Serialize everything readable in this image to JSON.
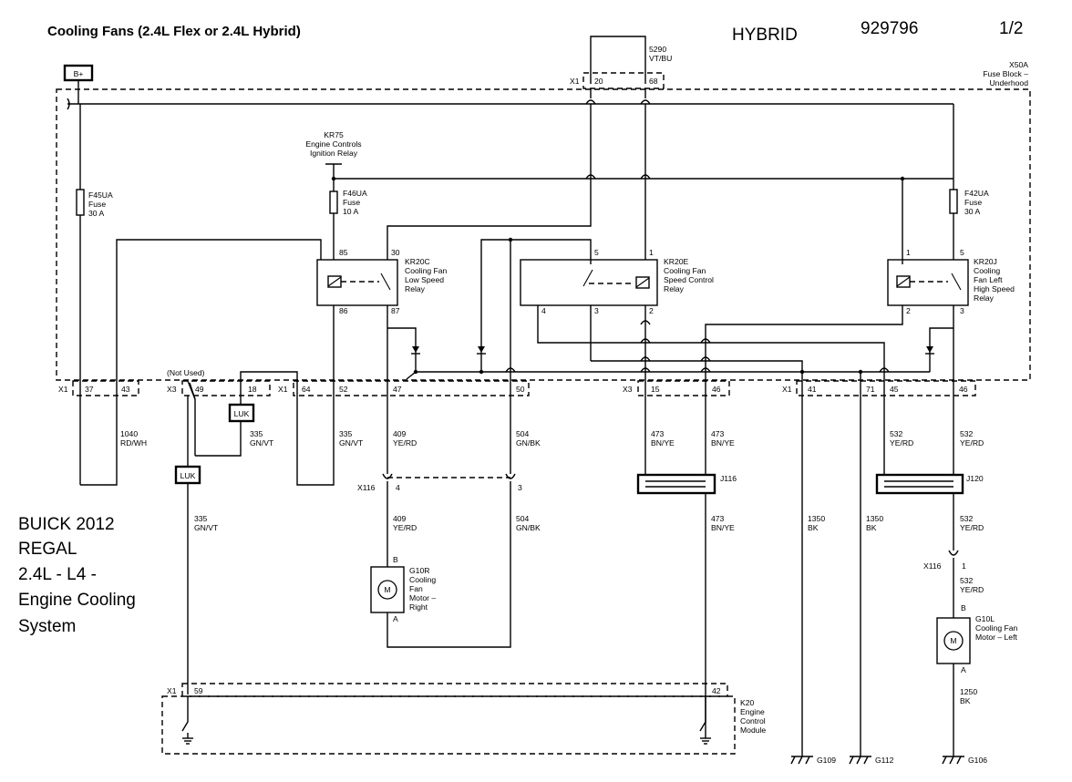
{
  "header": {
    "title": "Cooling Fans (2.4L Flex or 2.4L Hybrid)",
    "variant": "HYBRID",
    "doc_number": "929796",
    "page": "1/2"
  },
  "side_note": {
    "lines": [
      "BUICK 2012",
      "REGAL",
      "2.4L - L4 -",
      "Engine Cooling",
      "System"
    ]
  },
  "battery_label": "B+",
  "fuse_block": {
    "id": "X50A",
    "line1": "Fuse Block –",
    "line2": "Underhood",
    "top_connector": "X1",
    "top_pin_a": "20",
    "top_pin_b": "68",
    "feed_circuit": "5290",
    "feed_color": "VT/BU"
  },
  "fuses": [
    {
      "id": "F45UA",
      "type": "Fuse",
      "rating": "30 A"
    },
    {
      "id": "F46UA",
      "type": "Fuse",
      "rating": "10 A"
    },
    {
      "id": "F42UA",
      "type": "Fuse",
      "rating": "30 A"
    }
  ],
  "ignition_relay": {
    "id": "KR75",
    "line1": "Engine Controls",
    "line2": "Ignition Relay"
  },
  "relays": [
    {
      "id": "KR20C",
      "line1": "Cooling Fan",
      "line2": "Low Speed",
      "line3": "Relay",
      "line4": "",
      "pins": [
        "85",
        "30",
        "86",
        "87"
      ]
    },
    {
      "id": "KR20E",
      "line1": "Cooling Fan",
      "line2": "Speed Control",
      "line3": "Relay",
      "line4": "",
      "pins": [
        "5",
        "1",
        "4",
        "3",
        "2"
      ]
    },
    {
      "id": "KR20J",
      "line1": "Cooling",
      "line2": "Fan Left",
      "line3": "High Speed",
      "line4": "Relay",
      "pins": [
        "1",
        "5",
        "2",
        "3"
      ]
    }
  ],
  "connector_row": {
    "x1a": "X1",
    "p37": "37",
    "p43": "43",
    "x3a": "X3",
    "p49": "49",
    "p18": "18",
    "x1b": "X1",
    "p64": "64",
    "p52": "52",
    "p47": "47",
    "p50": "50",
    "x3b": "X3",
    "p15": "15",
    "p46a": "46",
    "x1c": "X1",
    "p41": "41",
    "p71": "71",
    "p45": "45",
    "p46b": "46",
    "not_used": "(Not Used)"
  },
  "luk": "LUK",
  "wires": {
    "w1040": {
      "num": "1040",
      "color": "RD/WH"
    },
    "w335a": {
      "num": "335",
      "color": "GN/VT"
    },
    "w335b": {
      "num": "335",
      "color": "GN/VT"
    },
    "w335c": {
      "num": "335",
      "color": "GN/VT"
    },
    "w409a": {
      "num": "409",
      "color": "YE/RD"
    },
    "w409b": {
      "num": "409",
      "color": "YE/RD"
    },
    "w504a": {
      "num": "504",
      "color": "GN/BK"
    },
    "w504b": {
      "num": "504",
      "color": "GN/BK"
    },
    "w473a": {
      "num": "473",
      "color": "BN/YE"
    },
    "w473b": {
      "num": "473",
      "color": "BN/YE"
    },
    "w473c": {
      "num": "473",
      "color": "BN/YE"
    },
    "w532a": {
      "num": "532",
      "color": "YE/RD"
    },
    "w532b": {
      "num": "532",
      "color": "YE/RD"
    },
    "w532c": {
      "num": "532",
      "color": "YE/RD"
    },
    "w532d": {
      "num": "532",
      "color": "YE/RD"
    },
    "w1350a": {
      "num": "1350",
      "color": "BK"
    },
    "w1350b": {
      "num": "1350",
      "color": "BK"
    },
    "w1250": {
      "num": "1250",
      "color": "BK"
    }
  },
  "x116": {
    "id": "X116",
    "pin4": "4",
    "pin3": "3",
    "pin1": "1"
  },
  "splices": {
    "j116": "J116",
    "j120": "J120"
  },
  "motors": {
    "right": {
      "id": "G10R",
      "line1": "Cooling",
      "line2": "Fan",
      "line3": "Motor –",
      "line4": "Right",
      "pinB": "B",
      "pinA": "A",
      "symbol": "M"
    },
    "left": {
      "id": "G10L",
      "line1": "Cooling Fan",
      "line2": "Motor – Left",
      "pinB": "B",
      "pinA": "A",
      "symbol": "M"
    }
  },
  "ecm": {
    "id": "K20",
    "line1": "Engine",
    "line2": "Control",
    "line3": "Module",
    "connector": "X1",
    "pin59": "59",
    "pin42": "42"
  },
  "grounds": {
    "g109": "G109",
    "g112": "G112",
    "g106": "G106"
  }
}
